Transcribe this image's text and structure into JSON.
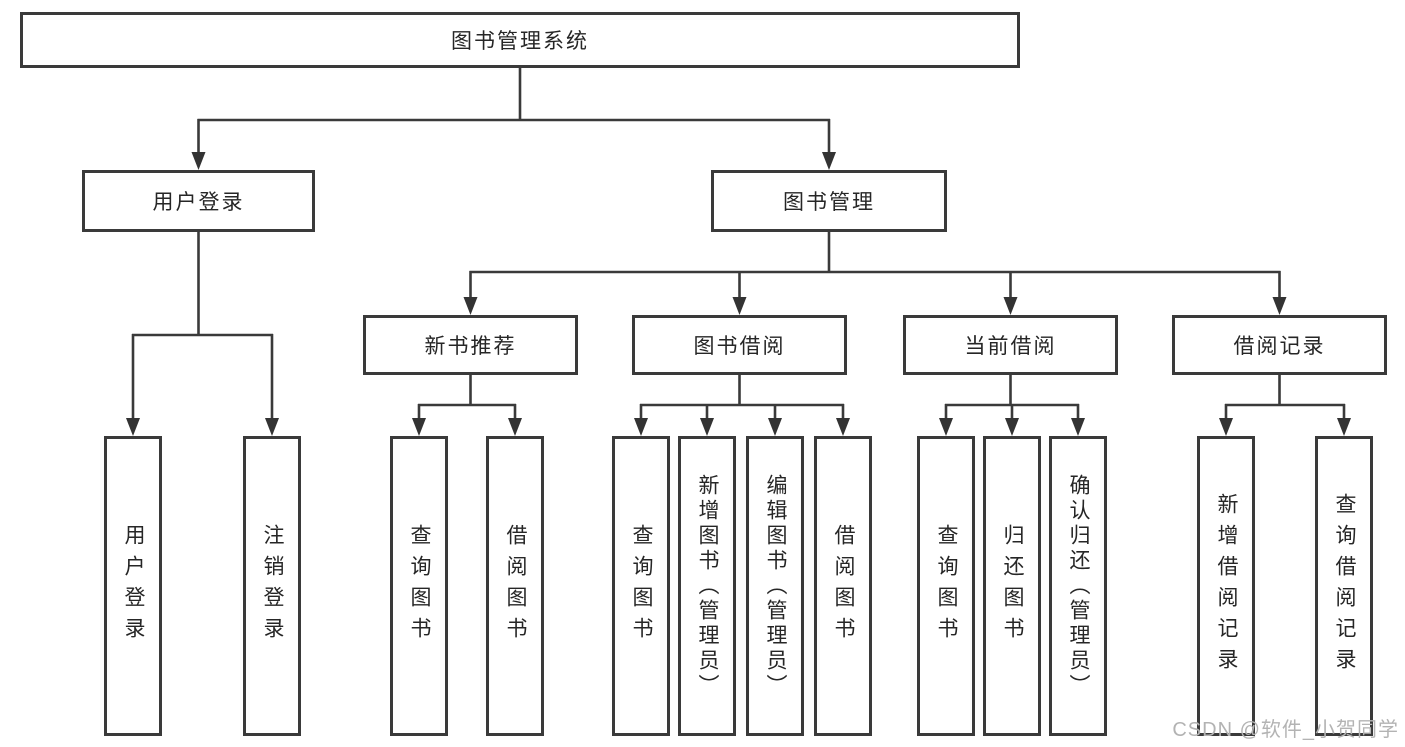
{
  "diagram": {
    "root": "图书管理系统",
    "level2": [
      "用户登录",
      "图书管理"
    ],
    "level3": [
      "新书推荐",
      "图书借阅",
      "当前借阅",
      "借阅记录"
    ],
    "leaves": {
      "user_login": [
        "用户登录",
        "注销登录"
      ],
      "new_book_recommend": [
        "查询图书",
        "借阅图书"
      ],
      "book_borrow": [
        "查询图书",
        "新增图书（管理员）",
        "编辑图书（管理员）",
        "借阅图书"
      ],
      "current_borrow": [
        "查询图书",
        "归还图书",
        "确认归还（管理员）"
      ],
      "borrow_records": [
        "新增借阅记录",
        "查询借阅记录"
      ]
    }
  },
  "watermark": "CSDN @软件_小贺同学",
  "colors": {
    "line": "#3a3a3a",
    "text": "#262626",
    "box_background": "#ffffff",
    "page_background": "#ffffff",
    "watermark": "#b3b3b3"
  }
}
